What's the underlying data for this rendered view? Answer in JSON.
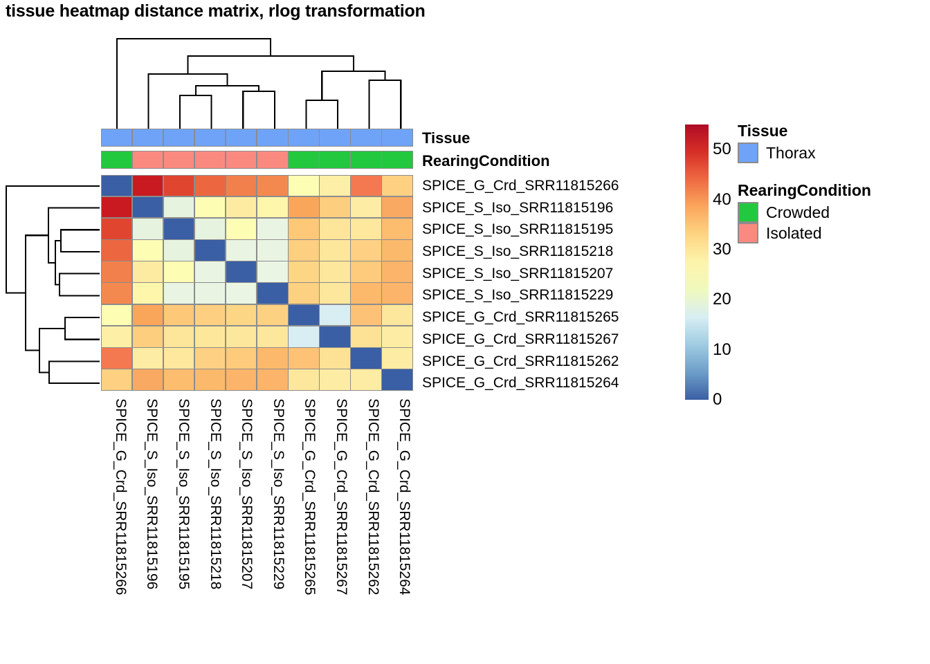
{
  "title": "tissue heatmap distance matrix, rlog transformation",
  "chart_data": {
    "type": "heatmap",
    "title": "tissue heatmap distance matrix, rlog transformation",
    "xlabel": "",
    "ylabel": "",
    "colorscale_name": "RdYlBu reversed",
    "zlim": [
      0,
      55
    ],
    "colorbar_ticks": [
      50,
      40,
      30,
      20,
      10,
      0
    ],
    "grid": true,
    "legend_position": "right",
    "samples": [
      "SPICE_G_Crd_SRR11815266",
      "SPICE_S_Iso_SRR11815196",
      "SPICE_S_Iso_SRR11815195",
      "SPICE_S_Iso_SRR11815218",
      "SPICE_S_Iso_SRR11815207",
      "SPICE_S_Iso_SRR11815229",
      "SPICE_G_Crd_SRR11815265",
      "SPICE_G_Crd_SRR11815267",
      "SPICE_G_Crd_SRR11815262",
      "SPICE_G_Crd_SRR11815264"
    ],
    "row_labels": [
      "SPICE_G_Crd_SRR11815266",
      "SPICE_S_Iso_SRR11815196",
      "SPICE_S_Iso_SRR11815195",
      "SPICE_S_Iso_SRR11815218",
      "SPICE_S_Iso_SRR11815207",
      "SPICE_S_Iso_SRR11815229",
      "SPICE_G_Crd_SRR11815265",
      "SPICE_G_Crd_SRR11815267",
      "SPICE_G_Crd_SRR11815262",
      "SPICE_G_Crd_SRR11815264"
    ],
    "col_labels": [
      "SPICE_G_Crd_SRR11815266",
      "SPICE_S_Iso_SRR11815196",
      "SPICE_S_Iso_SRR11815195",
      "SPICE_S_Iso_SRR11815218",
      "SPICE_S_Iso_SRR11815207",
      "SPICE_S_Iso_SRR11815229",
      "SPICE_G_Crd_SRR11815265",
      "SPICE_G_Crd_SRR11815267",
      "SPICE_G_Crd_SRR11815262",
      "SPICE_G_Crd_SRR11815264"
    ],
    "values": [
      [
        0,
        55,
        50,
        47,
        45,
        44,
        31,
        32,
        45,
        36
      ],
      [
        55,
        0,
        24,
        30,
        33,
        32,
        41,
        38,
        33,
        42
      ],
      [
        50,
        24,
        0,
        24,
        29,
        25,
        37,
        34,
        35,
        40
      ],
      [
        47,
        30,
        24,
        0,
        25,
        25,
        37,
        34,
        37,
        41
      ],
      [
        45,
        33,
        29,
        25,
        0,
        25,
        35,
        33,
        38,
        41
      ],
      [
        44,
        32,
        25,
        25,
        25,
        0,
        36,
        33,
        41,
        41
      ],
      [
        31,
        41,
        37,
        37,
        35,
        36,
        0,
        19,
        39,
        33
      ],
      [
        32,
        38,
        34,
        34,
        33,
        33,
        19,
        0,
        34,
        32
      ],
      [
        45,
        33,
        35,
        37,
        38,
        41,
        39,
        34,
        0,
        32
      ],
      [
        36,
        42,
        40,
        41,
        41,
        41,
        33,
        32,
        32,
        0
      ]
    ],
    "cell_colors": [
      [
        "#3b5fa4",
        "#ca1a21",
        "#e04530",
        "#ec6640",
        "#f2804c",
        "#f4894f",
        "#fdfdb4",
        "#fdefa6",
        "#f47950",
        "#fdd181"
      ],
      [
        "#ca1a21",
        "#3b5fa4",
        "#e5f3df",
        "#fdfdb4",
        "#fdeba2",
        "#fdf6ab",
        "#f9a65b",
        "#fdce7e",
        "#fdeca3",
        "#f9a961"
      ],
      [
        "#e04530",
        "#e5f3df",
        "#3b5fa4",
        "#e5f3df",
        "#fdfdb4",
        "#e9f5e2",
        "#fdc878",
        "#fde599",
        "#fde89e",
        "#fcbd6f"
      ],
      [
        "#ec6640",
        "#fdfdb4",
        "#e5f3df",
        "#3b5fa4",
        "#e9f5e2",
        "#e9f5e2",
        "#fdcf80",
        "#fde79b",
        "#fdd083",
        "#fbb96c"
      ],
      [
        "#f2804c",
        "#fdeba2",
        "#fdfdb4",
        "#e9f5e2",
        "#3b5fa4",
        "#eaf6e3",
        "#fdd685",
        "#fde79c",
        "#fdcb7b",
        "#fbb469"
      ],
      [
        "#f4894f",
        "#fdf6ab",
        "#e9f5e2",
        "#e9f5e2",
        "#eaf6e3",
        "#3b5fa4",
        "#fdd182",
        "#fde79c",
        "#fcb86b",
        "#fbb469"
      ],
      [
        "#fdfdb4",
        "#f9a65b",
        "#fdc878",
        "#fdcf80",
        "#fdd685",
        "#fdd182",
        "#3b5fa4",
        "#d8eef3",
        "#fdc276",
        "#fde79c"
      ],
      [
        "#fdefa6",
        "#fdce7e",
        "#fde599",
        "#fde79b",
        "#fde79c",
        "#fde79c",
        "#d8eef3",
        "#3b5fa4",
        "#fde296",
        "#fdeca3"
      ],
      [
        "#f47950",
        "#fdeca3",
        "#fde89e",
        "#fdd083",
        "#fdcb7b",
        "#fcb86b",
        "#fdc276",
        "#fde296",
        "#3b5fa4",
        "#fdeca3"
      ],
      [
        "#fdd181",
        "#f9a961",
        "#fcbd6f",
        "#fbb96c",
        "#fbb469",
        "#fbb469",
        "#fde79c",
        "#fdeca3",
        "#fdeca3",
        "#3b5fa4"
      ]
    ]
  },
  "annotations": {
    "tissue": {
      "label": "Tissue",
      "values": [
        "Thorax",
        "Thorax",
        "Thorax",
        "Thorax",
        "Thorax",
        "Thorax",
        "Thorax",
        "Thorax",
        "Thorax",
        "Thorax"
      ],
      "colors": [
        "#6fa3f7",
        "#6fa3f7",
        "#6fa3f7",
        "#6fa3f7",
        "#6fa3f7",
        "#6fa3f7",
        "#6fa3f7",
        "#6fa3f7",
        "#6fa3f7",
        "#6fa3f7"
      ]
    },
    "rearing": {
      "label": "RearingCondition",
      "values": [
        "Crowded",
        "Isolated",
        "Isolated",
        "Isolated",
        "Isolated",
        "Isolated",
        "Crowded",
        "Crowded",
        "Crowded",
        "Crowded"
      ],
      "colors": [
        "#22c council",
        "#fa8a80",
        "#fa8a80",
        "#fa8a80",
        "#fa8a80",
        "#fa8a80",
        "#22c council",
        "#22c council",
        "#22c council",
        "#22c council"
      ]
    }
  },
  "legends": [
    {
      "title": "Tissue",
      "entries": [
        {
          "label": "Thorax",
          "color": "#6fa3f7"
        }
      ]
    },
    {
      "title": "RearingCondition",
      "entries": [
        {
          "label": "Crowded",
          "color": "#22c93f"
        },
        {
          "label": "Isolated",
          "color": "#fa8a80"
        }
      ]
    }
  ],
  "colorbar": {
    "ticks": [
      "50",
      "40",
      "30",
      "20",
      "10",
      "0"
    ],
    "tick_values": [
      50,
      40,
      30,
      20,
      10,
      0
    ],
    "min": 0,
    "max": 55,
    "stops": [
      "#b00c26",
      "#d62f27",
      "#ee6a42",
      "#fba75d",
      "#fdd582",
      "#fdf4ab",
      "#f0f9bd",
      "#d8eef3",
      "#9fcce2",
      "#6d9ec9",
      "#3b5fa4"
    ]
  }
}
